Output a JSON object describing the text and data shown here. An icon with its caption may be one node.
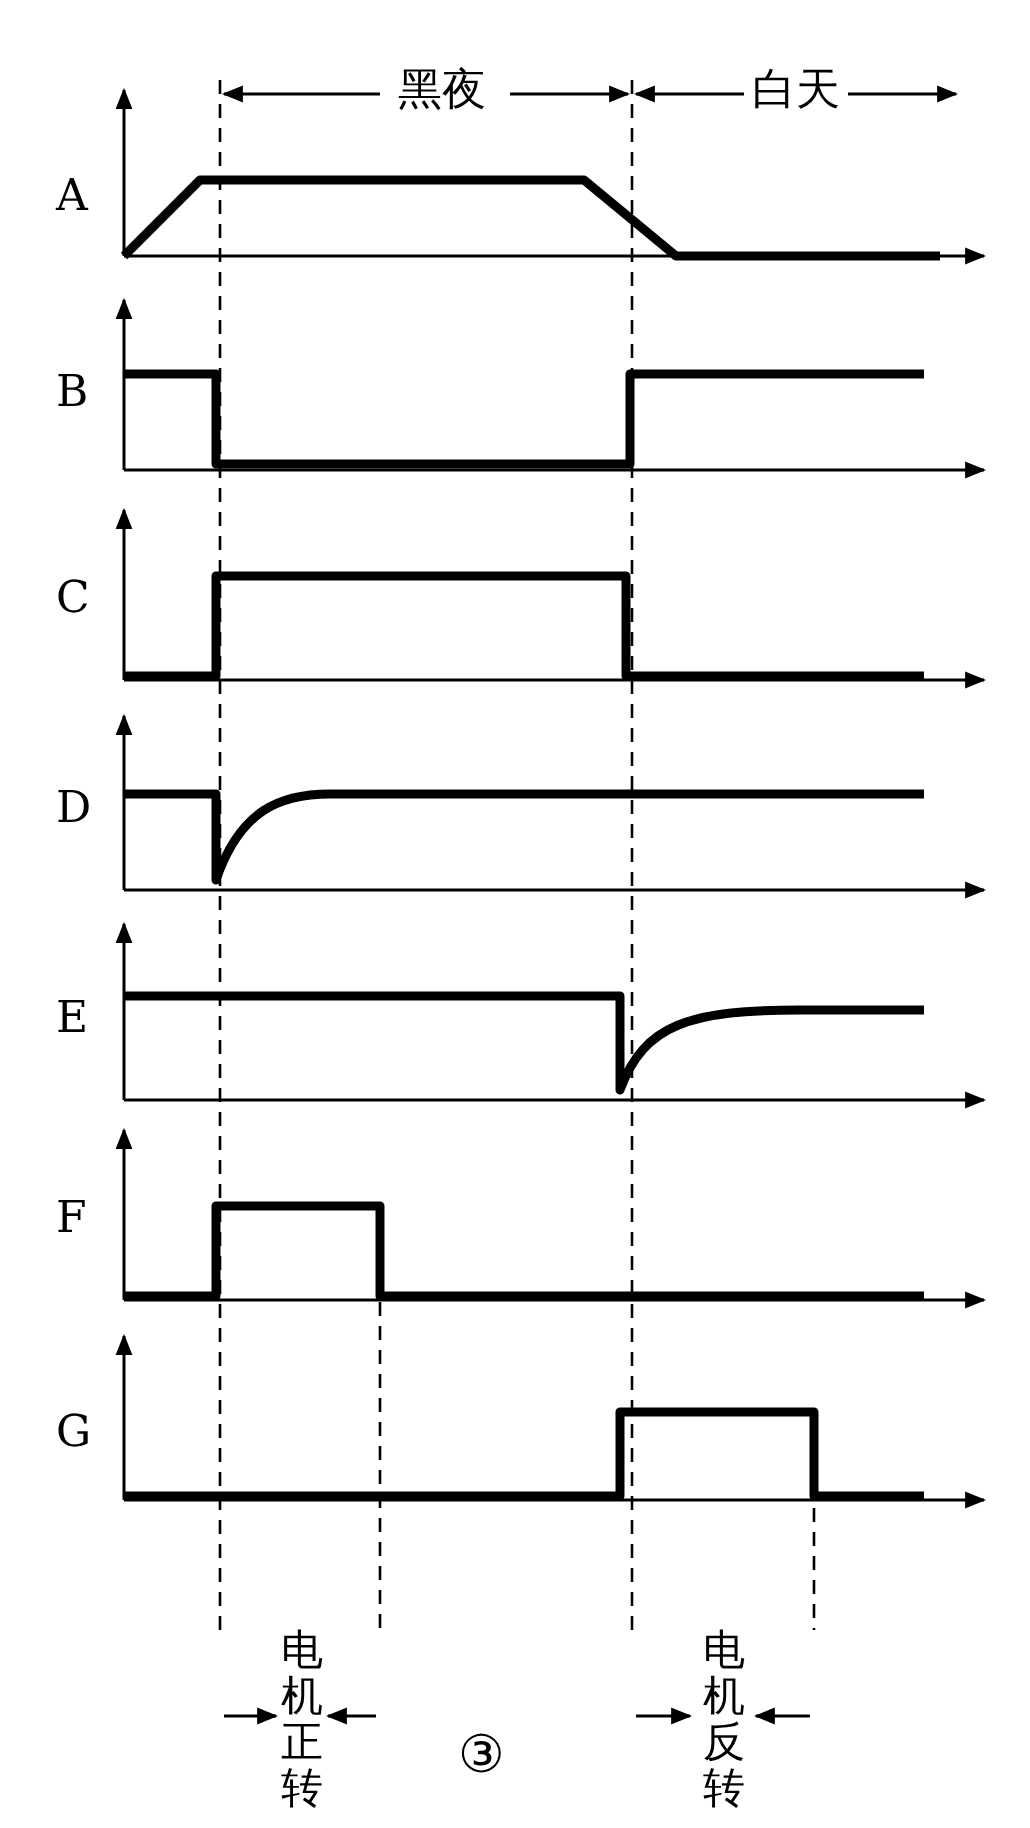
{
  "diagram": {
    "labels": [
      "黑夜",
      "白天",
      "A",
      "B",
      "C",
      "D",
      "E",
      "F",
      "G",
      "电机正转",
      "电机反转",
      "③"
    ]
  }
}
